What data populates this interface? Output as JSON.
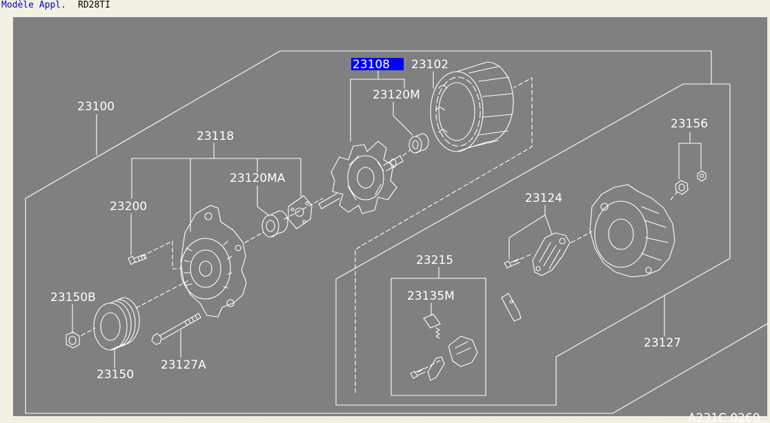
{
  "header": {
    "label": "Modèle Appl.",
    "model": "RD28TI"
  },
  "diagram": {
    "illustration_code": "A231C 0260",
    "parts": [
      {
        "number": "23108",
        "selected": true
      },
      {
        "number": "23102"
      },
      {
        "number": "23120M"
      },
      {
        "number": "23100"
      },
      {
        "number": "23118"
      },
      {
        "number": "23120MA"
      },
      {
        "number": "23200"
      },
      {
        "number": "23150B"
      },
      {
        "number": "23150"
      },
      {
        "number": "23127A"
      },
      {
        "number": "23215"
      },
      {
        "number": "23135M"
      },
      {
        "number": "23124"
      },
      {
        "number": "23156"
      },
      {
        "number": "23127"
      }
    ]
  },
  "colors": {
    "background": "#f3f2e2",
    "panel": "#808080",
    "line": "#ffffff",
    "highlight": "#0000ff",
    "header_label": "#0000cc"
  }
}
